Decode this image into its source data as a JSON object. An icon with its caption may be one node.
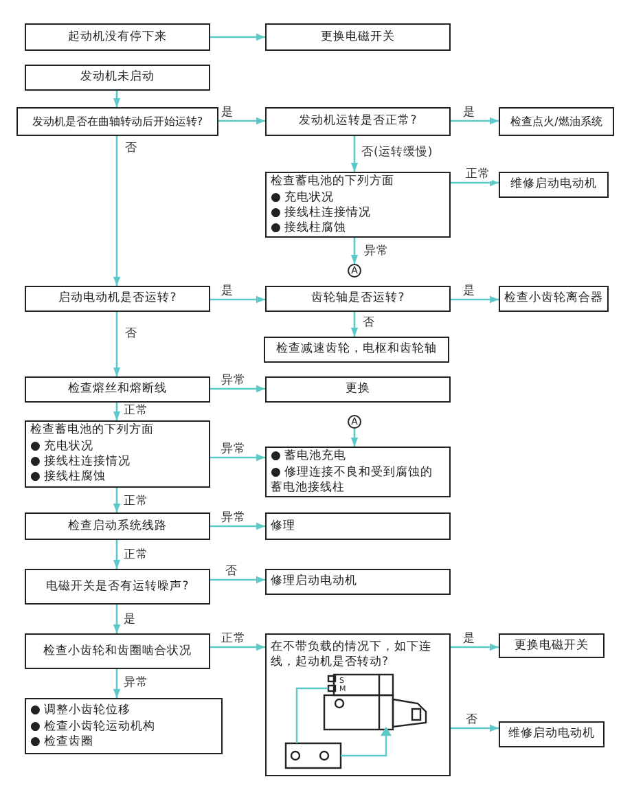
{
  "diagram": {
    "nodes": [
      {
        "text": [
          "起动机没有停下来"
        ]
      },
      {
        "text": [
          "更换电磁开关"
        ]
      },
      {
        "text": [
          "发动机未启动"
        ]
      },
      {
        "text": [
          "发动机是否在曲轴转动后开始运转?"
        ]
      },
      {
        "text": [
          "发动机运转是否正常?"
        ]
      },
      {
        "text": [
          "检查点火/燃油系统"
        ]
      },
      {
        "text": [
          "检查蓄电池的下列方面",
          "● 充电状况",
          "● 接线柱连接情况",
          "● 接线柱腐蚀"
        ]
      },
      {
        "text": [
          "维修启动电动机"
        ]
      },
      {
        "text": [
          "A"
        ]
      },
      {
        "text": [
          "启动电动机是否运转?"
        ]
      },
      {
        "text": [
          "齿轮轴是否运转?"
        ]
      },
      {
        "text": [
          "检查小齿轮离合器"
        ]
      },
      {
        "text": [
          "检查减速齿轮，电枢和齿轮轴"
        ]
      },
      {
        "text": [
          "检查熔丝和熔断线"
        ]
      },
      {
        "text": [
          "更换"
        ]
      },
      {
        "text": [
          "检查蓄电池的下列方面",
          "● 充电状况",
          "● 接线柱连接情况",
          "● 接线柱腐蚀"
        ]
      },
      {
        "text": [
          "A"
        ]
      },
      {
        "text": [
          "● 蓄电池充电",
          "● 修理连接不良和受到腐蚀的蓄电池接线柱"
        ]
      },
      {
        "text": [
          "检查启动系统线路"
        ]
      },
      {
        "text": [
          "修理"
        ]
      },
      {
        "text": [
          "电磁开关是否有运转噪声?"
        ]
      },
      {
        "text": [
          "修理启动电动机"
        ]
      },
      {
        "text": [
          "检查小齿轮和齿圈啮合状况"
        ]
      },
      {
        "text": [
          "● 调整小齿轮位移",
          "● 检查小齿轮运动机构",
          "● 检查齿圈"
        ]
      },
      {
        "text": [
          "在不带负载的情况下，如下连线，起动机是否转动?"
        ]
      },
      {
        "text": [
          "更换电磁开关"
        ]
      },
      {
        "text": [
          "维修启动电动机"
        ]
      }
    ],
    "edges": [
      {
        "from": 0,
        "to": 1,
        "arrow": "to"
      },
      {
        "from": 2,
        "to": 3,
        "arrow": "to"
      },
      {
        "from": 3,
        "to": 4,
        "label": "是",
        "arrow": "to"
      },
      {
        "from": 4,
        "to": 5,
        "label": "是",
        "arrow": "to"
      },
      {
        "from": 4,
        "to": 6,
        "label": "否(运转缓慢)",
        "arrow": "to"
      },
      {
        "from": 6,
        "to": 7,
        "label": "正常",
        "arrow": "to"
      },
      {
        "from": 6,
        "to": 8,
        "label": "异常",
        "arrow": "to"
      },
      {
        "from": 3,
        "to": 9,
        "label": "否",
        "arrow": "to"
      },
      {
        "from": 9,
        "to": 10,
        "label": "是",
        "arrow": "to"
      },
      {
        "from": 10,
        "to": 11,
        "label": "是",
        "arrow": "to"
      },
      {
        "from": 10,
        "to": 12,
        "label": "否",
        "arrow": "to"
      },
      {
        "from": 9,
        "to": 13,
        "label": "否",
        "arrow": "to"
      },
      {
        "from": 13,
        "to": 14,
        "label": "异常",
        "arrow": "to"
      },
      {
        "from": 13,
        "to": 15,
        "label": "正常",
        "arrow": "to"
      },
      {
        "from": 16,
        "to": 17,
        "arrow": "to"
      },
      {
        "from": 15,
        "to": 17,
        "label": "异常",
        "arrow": "to"
      },
      {
        "from": 15,
        "to": 18,
        "label": "正常",
        "arrow": "to"
      },
      {
        "from": 18,
        "to": 19,
        "label": "异常",
        "arrow": "to"
      },
      {
        "from": 18,
        "to": 20,
        "label": "正常",
        "arrow": "to"
      },
      {
        "from": 20,
        "to": 21,
        "label": "否",
        "arrow": "to"
      },
      {
        "from": 20,
        "to": 22,
        "label": "是",
        "arrow": "to"
      },
      {
        "from": 22,
        "to": 24,
        "label": "正常",
        "arrow": "to"
      },
      {
        "from": 22,
        "to": 23,
        "label": "异常",
        "arrow": "to"
      },
      {
        "from": 24,
        "to": 25,
        "label": "是",
        "arrow": "to"
      },
      {
        "from": 24,
        "to": 26,
        "label": "否",
        "arrow": "to"
      }
    ],
    "labels": [
      "S",
      "M"
    ]
  }
}
